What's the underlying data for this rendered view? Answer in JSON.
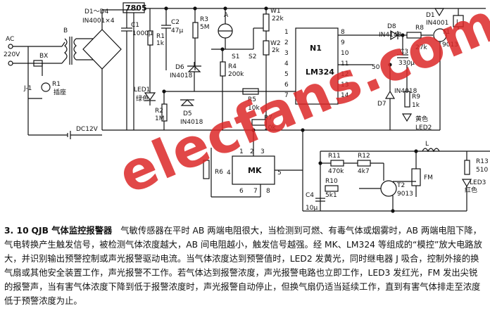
{
  "watermark": "elecfans.com",
  "caption": {
    "number": "3. 10",
    "title": "QJB 气体监控报警器",
    "body": "气敏传感器在平时 AB 两端电阻很大，当检测到可燃、有毒气体或烟雾时，AB 两端电阻下降，气电转换产生触发信号，被检测气体浓度越大，AB 间电阻越小，触发信号越强。经 MK、LM324 等组成的“模控”放大电路放大，并识别输出预警控制或声光报警驱动电流。当气体浓度达到预警值时，LED2 发黄光，同时继电器 J 吸合，控制外接的换气扇或其他安全装置工作，声光报警不工作。若气体达到报警浓度，声光报警电路也立即工作，LED3 发红光，FM 发出尖锐的报警声，当有害气体浓度下降到低于报警浓度时，声光报警自动停止，但换气扇仍适当延续工作，直到有害气体排走至浓度低于预警浓度为止。"
  },
  "labels": {
    "reg": "7805",
    "bridge": "D1～D4",
    "bridge_part": "IN4001×4",
    "c1": "C1",
    "c1v": "1000μ",
    "c2": "C2",
    "c2v": "47μ",
    "r3": "R3",
    "r3v": "5M",
    "a": "A",
    "b": "B",
    "w1": "W1",
    "w1v": "22k",
    "w2": "W2",
    "w2v": "2k",
    "s1": "S1",
    "s2": "S2",
    "r4": "R4",
    "r4v": "200k",
    "r1": "R1",
    "r1v": "1k",
    "d6": "D6",
    "d6v": "IN4018",
    "led1": "LED1",
    "led1c": "绿色",
    "r2": "R2",
    "r2v": "1M",
    "d5": "D5",
    "d5v": "IN4018",
    "r5": "R5",
    "r5v": "10k",
    "r7": "R7",
    "r7v": "10k",
    "dc": "DC12V",
    "n1": "N1",
    "lm": "LM324",
    "pins": [
      "1",
      "2",
      "3",
      "4",
      "5",
      "6",
      "7",
      "8",
      "9",
      "10",
      "11",
      "12",
      "13",
      "14"
    ],
    "d8": "D8",
    "d8v": "IN4148",
    "r8": "R8",
    "r8v": "27k",
    "c3": "C3",
    "c3v": "330μ",
    "d1": "D1",
    "d1v": "IN4001",
    "t1": "T1",
    "t1v": "9013",
    "j": "J",
    "d7": "D7",
    "d7v": "IN4018",
    "r9": "R9",
    "r9v": "1k",
    "led2": "LED2",
    "led2c": "黄色",
    "ac": "AC",
    "acv": "220V",
    "bx": "BX",
    "j1": "J-1",
    "socket": "插座",
    "r6": "R6",
    "mk": "MK",
    "r11": "R11",
    "r11v": "470k",
    "r12": "R12",
    "r12v": "4k7",
    "l": "L",
    "r13": "R13",
    "r13v": "510",
    "fm": "FM",
    "led3": "LED3",
    "led3c": "红色",
    "r10": "R10",
    "r10v": "5k1",
    "c4": "C4",
    "c4v": "10μ",
    "t2": "T2",
    "t2v": "9013",
    "mk_pins": [
      "1",
      "2",
      "3",
      "4",
      "5",
      "6",
      "7",
      "8"
    ],
    "n50": "50"
  }
}
